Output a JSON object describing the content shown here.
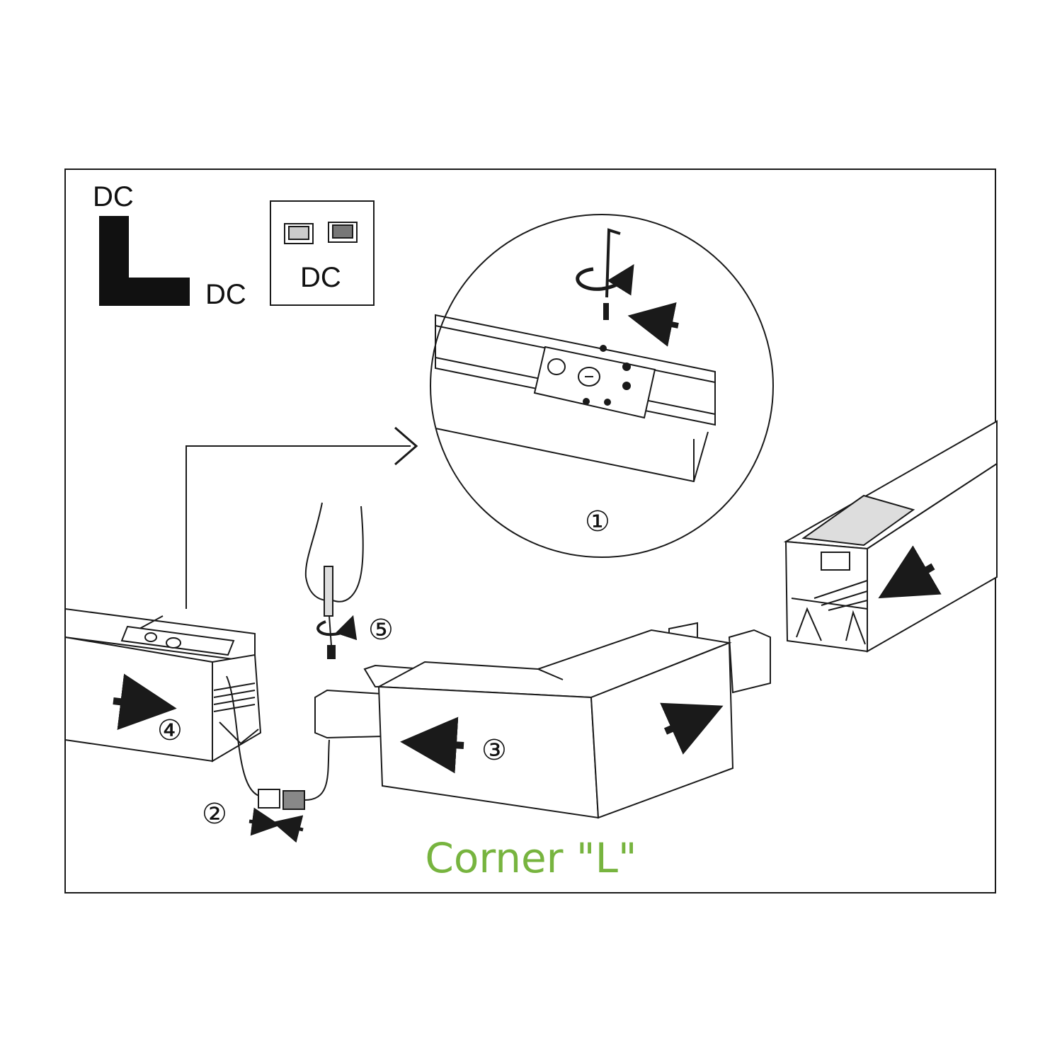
{
  "legend": {
    "dc_top": "DC",
    "dc_bottom": "DC",
    "connector_box_label": "DC",
    "l_shape_icon": "l-corner-shape-icon",
    "connector_icon": "connector-pair-icon"
  },
  "steps": {
    "step1": "①",
    "step2": "②",
    "step3": "③",
    "step4": "④",
    "step5": "⑤"
  },
  "icons": [
    "hex-key-icon",
    "rotate-arrow-icon",
    "push-arrow-icon",
    "hand-screwdriver-icon",
    "connector-plug-icon"
  ],
  "title": "Corner \"L\"",
  "colors": {
    "title": "#77b43f",
    "line": "#1a1a1a",
    "background": "#ffffff"
  }
}
